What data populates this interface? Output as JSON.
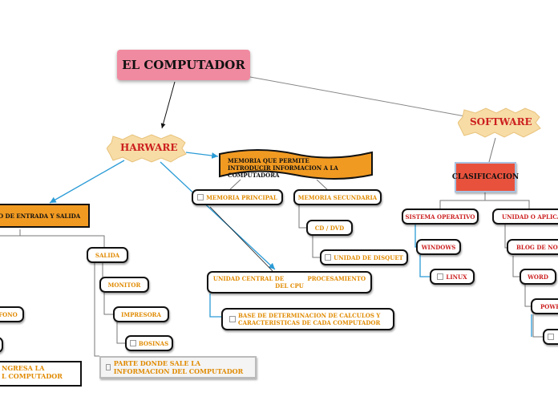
{
  "title": "EL COMPUTADOR",
  "hardware": "HARWARE",
  "software": "SOFTWARE",
  "memoria_banner": "MEMORIA QUE PERMITE INTRODUCIR INFORMACION A LA COMPUTADORA",
  "entrada_salida": "O DE ENTRADA Y SALIDA",
  "memoria_principal": "MEMORIA PRINCIPAL",
  "memoria_secundaria": "MEMORIA SECUNDARIA",
  "cd_dvd": "CD / DVD",
  "unidad_disquet": "UNIDAD DE DISQUET",
  "cpu_line1": "UNIDAD CENTRAL DE            PROCESAMIENTO",
  "cpu_line2": "DEL CPU",
  "cpu_desc": "BASE DE DETERMINACION DE CALCULOS Y CARACTERISTICAS DE CADA COMPUTADOR",
  "salida": "SALIDA",
  "monitor": "MONITOR",
  "impresora": "IMPRESORA",
  "bosinas": "BOSINAS",
  "salida_desc": "PARTE DONDE SALE LA INFORMACION DEL COMPUTADOR",
  "ingresa_desc_line1": "NGRESA LA",
  "ingresa_desc_line2": "L COMPUTADOR",
  "fono": "FONO",
  "clasificacion": "CLASIFICACION",
  "sistema_operativo": "SISTEMA OPERATIVO",
  "unidad_aplicacion": "UNIDAD O APLICACI",
  "windows": "WINDOWS",
  "linux": "LINUX",
  "blog_notas": "BLOG DE NOT",
  "word": "WORD",
  "power": "POWE"
}
